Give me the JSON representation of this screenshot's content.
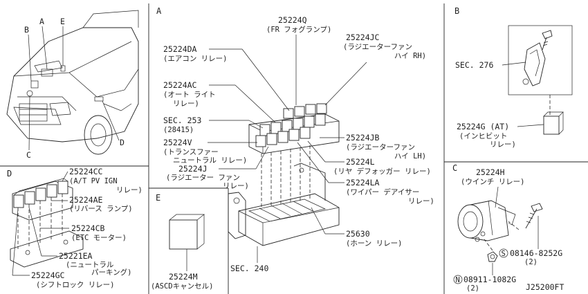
{
  "diagram_code": "J25200FT",
  "panels": {
    "vehicle": {
      "labels": [
        "A",
        "B",
        "C",
        "D",
        "E"
      ]
    },
    "A": {
      "title": "A",
      "parts": [
        {
          "num": "25224Q",
          "desc": "(FR フォグランプ)"
        },
        {
          "num": "25224JC",
          "desc": "(ラジエーターファン",
          "desc2": "ハイ RH)"
        },
        {
          "num": "25224DA",
          "desc": "(エアコン リレー)"
        },
        {
          "num": "25224AC",
          "desc": "(オート ライト",
          "desc2": "リレー)"
        },
        {
          "num": "SEC. 253",
          "desc": "(28415)"
        },
        {
          "num": "25224V",
          "desc": "(トランスファー",
          "desc2": "ニュートラル リレー)"
        },
        {
          "num": "25224J",
          "desc": "(ラジエーター ファン",
          "desc2": "リレー)"
        },
        {
          "num": "25224JB",
          "desc": "(ラジエーターファン",
          "desc2": "ハイ LH)"
        },
        {
          "num": "25224L",
          "desc": "(リヤ デフォッガー リレー)"
        },
        {
          "num": "25224LA",
          "desc": "(ワイパー デアイサー",
          "desc2": "リレー)"
        },
        {
          "num": "25630",
          "desc": "(ホーン リレー)"
        }
      ],
      "sec_bottom": "SEC. 240"
    },
    "B": {
      "title": "B",
      "sec": "SEC. 276",
      "part_num": "25224G (AT)",
      "part_desc": "(インヒビット",
      "part_desc2": "リレー)"
    },
    "C": {
      "title": "C",
      "part_num": "25224H",
      "part_desc": "(ウインチ リレー)",
      "bolt_mark": "S",
      "bolt_num": "08146-8252G",
      "bolt_qty": "(2)",
      "nut_mark": "N",
      "nut_num": "08911-1082G",
      "nut_qty": "(2)"
    },
    "D": {
      "title": "D",
      "parts": [
        {
          "num": "25224CC",
          "desc": "(A/T PV IGN",
          "desc2": "リレー)"
        },
        {
          "num": "25224AE",
          "desc": "(リバース ランプ)"
        },
        {
          "num": "25224CB",
          "desc": "(ETC モーター)"
        },
        {
          "num": "25221EA",
          "desc": "(ニュートラル",
          "desc2": "パーキング)"
        },
        {
          "num": "25224GC",
          "desc": "(シフトロック リレー)"
        }
      ]
    },
    "E": {
      "title": "E",
      "part_num": "25224M",
      "part_desc": "(ASCDキャンセル)"
    }
  }
}
